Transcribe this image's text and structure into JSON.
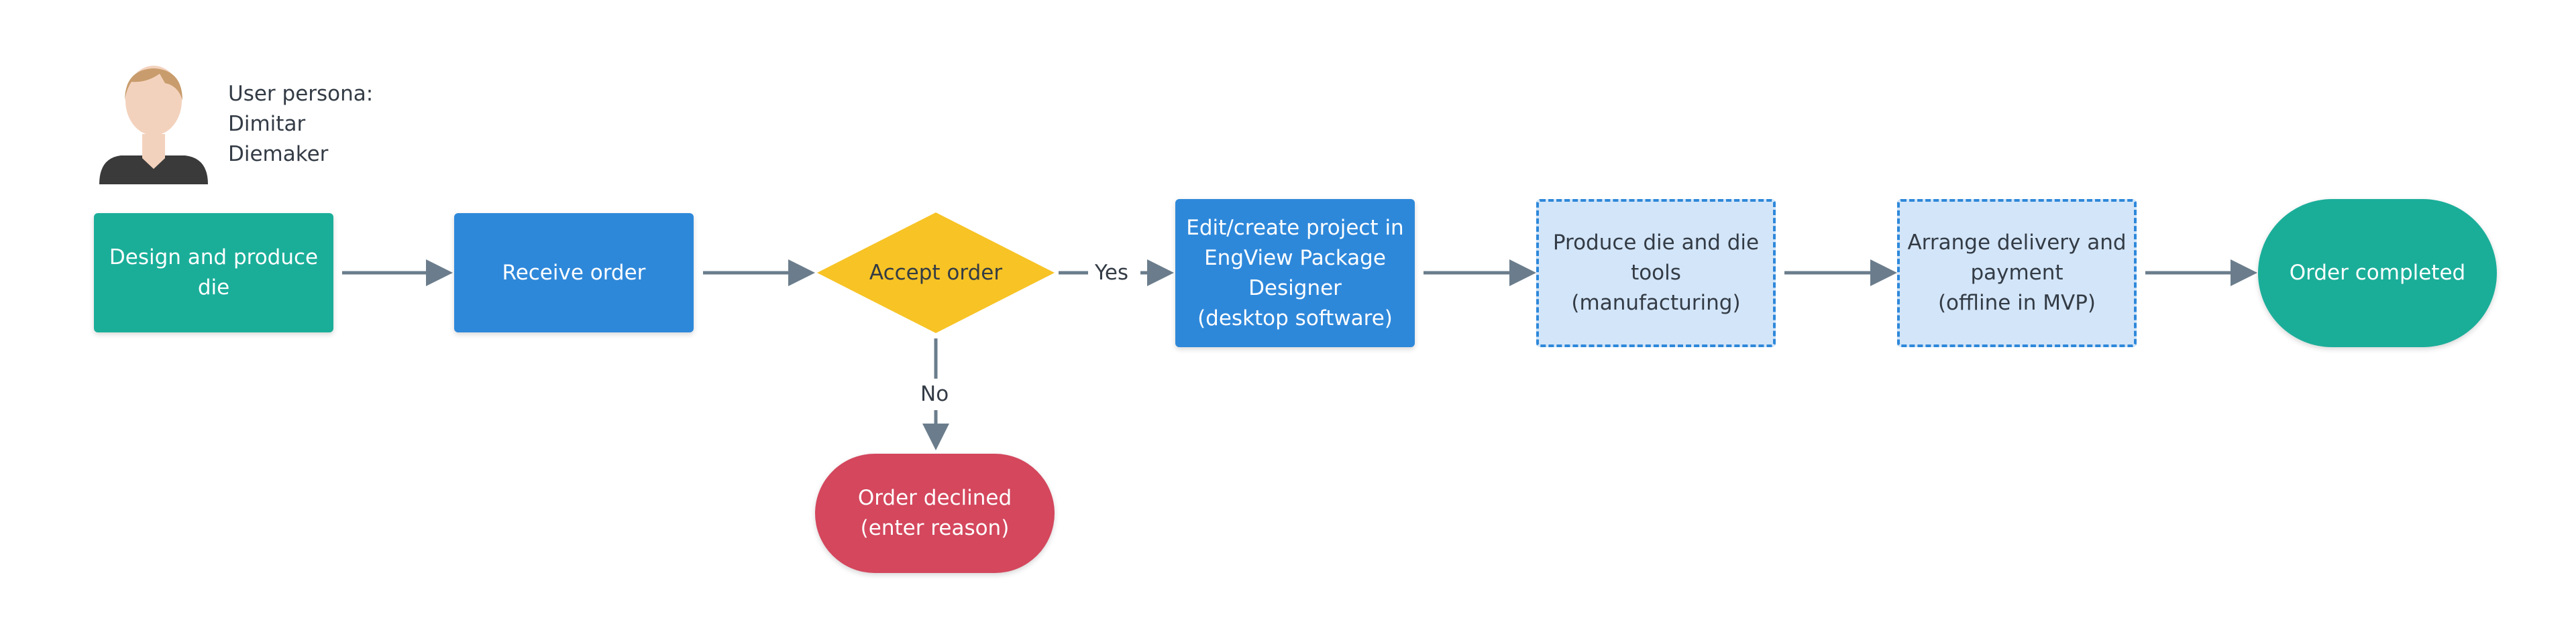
{
  "persona": {
    "text": "User persona:\nDimitar\nDiemaker",
    "icon": "user-avatar-icon"
  },
  "nodes": {
    "design": "Design and produce\ndie",
    "receive": "Receive order",
    "accept": "Accept order",
    "edit": "Edit/create project in\nEngView Package\nDesigner\n(desktop software)",
    "produce": "Produce die and die\ntools\n(manufacturing)",
    "arrange": "Arrange delivery and\npayment\n(offline in MVP)",
    "completed": "Order completed",
    "declined": "Order declined\n(enter reason)"
  },
  "edges": {
    "yes": "Yes",
    "no": "No"
  },
  "colors": {
    "teal": "#1aae99",
    "blue": "#2e88da",
    "yellow": "#f7c325",
    "red": "#d4475d",
    "dashed_fill": "#d3e5f8",
    "arrow": "#6b7d8c"
  }
}
